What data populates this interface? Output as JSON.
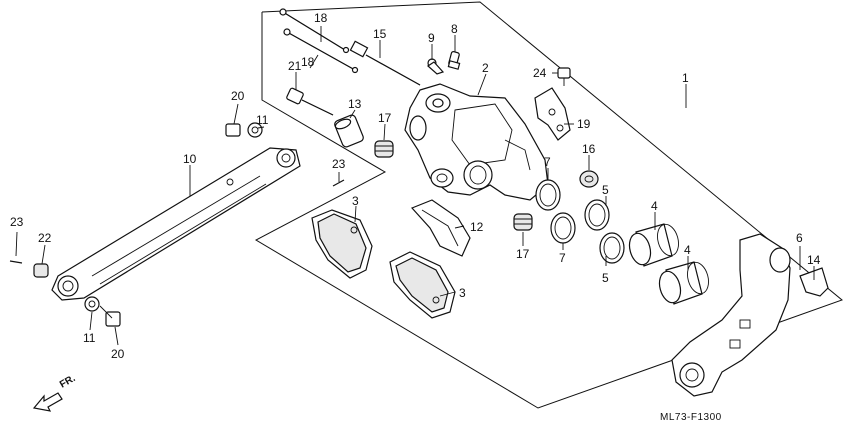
{
  "diagram": {
    "drawing_code": "ML73-F1300",
    "direction_label": "FR.",
    "callouts": [
      {
        "id": "c1",
        "text": "1"
      },
      {
        "id": "c2",
        "text": "2"
      },
      {
        "id": "c3a",
        "text": "3"
      },
      {
        "id": "c3b",
        "text": "3"
      },
      {
        "id": "c4a",
        "text": "4"
      },
      {
        "id": "c4b",
        "text": "4"
      },
      {
        "id": "c5a",
        "text": "5"
      },
      {
        "id": "c5b",
        "text": "5"
      },
      {
        "id": "c6",
        "text": "6"
      },
      {
        "id": "c7a",
        "text": "7"
      },
      {
        "id": "c7b",
        "text": "7"
      },
      {
        "id": "c8",
        "text": "8"
      },
      {
        "id": "c9",
        "text": "9"
      },
      {
        "id": "c10",
        "text": "10"
      },
      {
        "id": "c11a",
        "text": "11"
      },
      {
        "id": "c11b",
        "text": "11"
      },
      {
        "id": "c12",
        "text": "12"
      },
      {
        "id": "c13",
        "text": "13"
      },
      {
        "id": "c14",
        "text": "14"
      },
      {
        "id": "c15",
        "text": "15"
      },
      {
        "id": "c16",
        "text": "16"
      },
      {
        "id": "c17a",
        "text": "17"
      },
      {
        "id": "c17b",
        "text": "17"
      },
      {
        "id": "c18a",
        "text": "18"
      },
      {
        "id": "c18b",
        "text": "18"
      },
      {
        "id": "c19",
        "text": "19"
      },
      {
        "id": "c20a",
        "text": "20"
      },
      {
        "id": "c20b",
        "text": "20"
      },
      {
        "id": "c21",
        "text": "21"
      },
      {
        "id": "c22",
        "text": "22"
      },
      {
        "id": "c23a",
        "text": "23"
      },
      {
        "id": "c23b",
        "text": "23"
      },
      {
        "id": "c24",
        "text": "24"
      }
    ]
  }
}
